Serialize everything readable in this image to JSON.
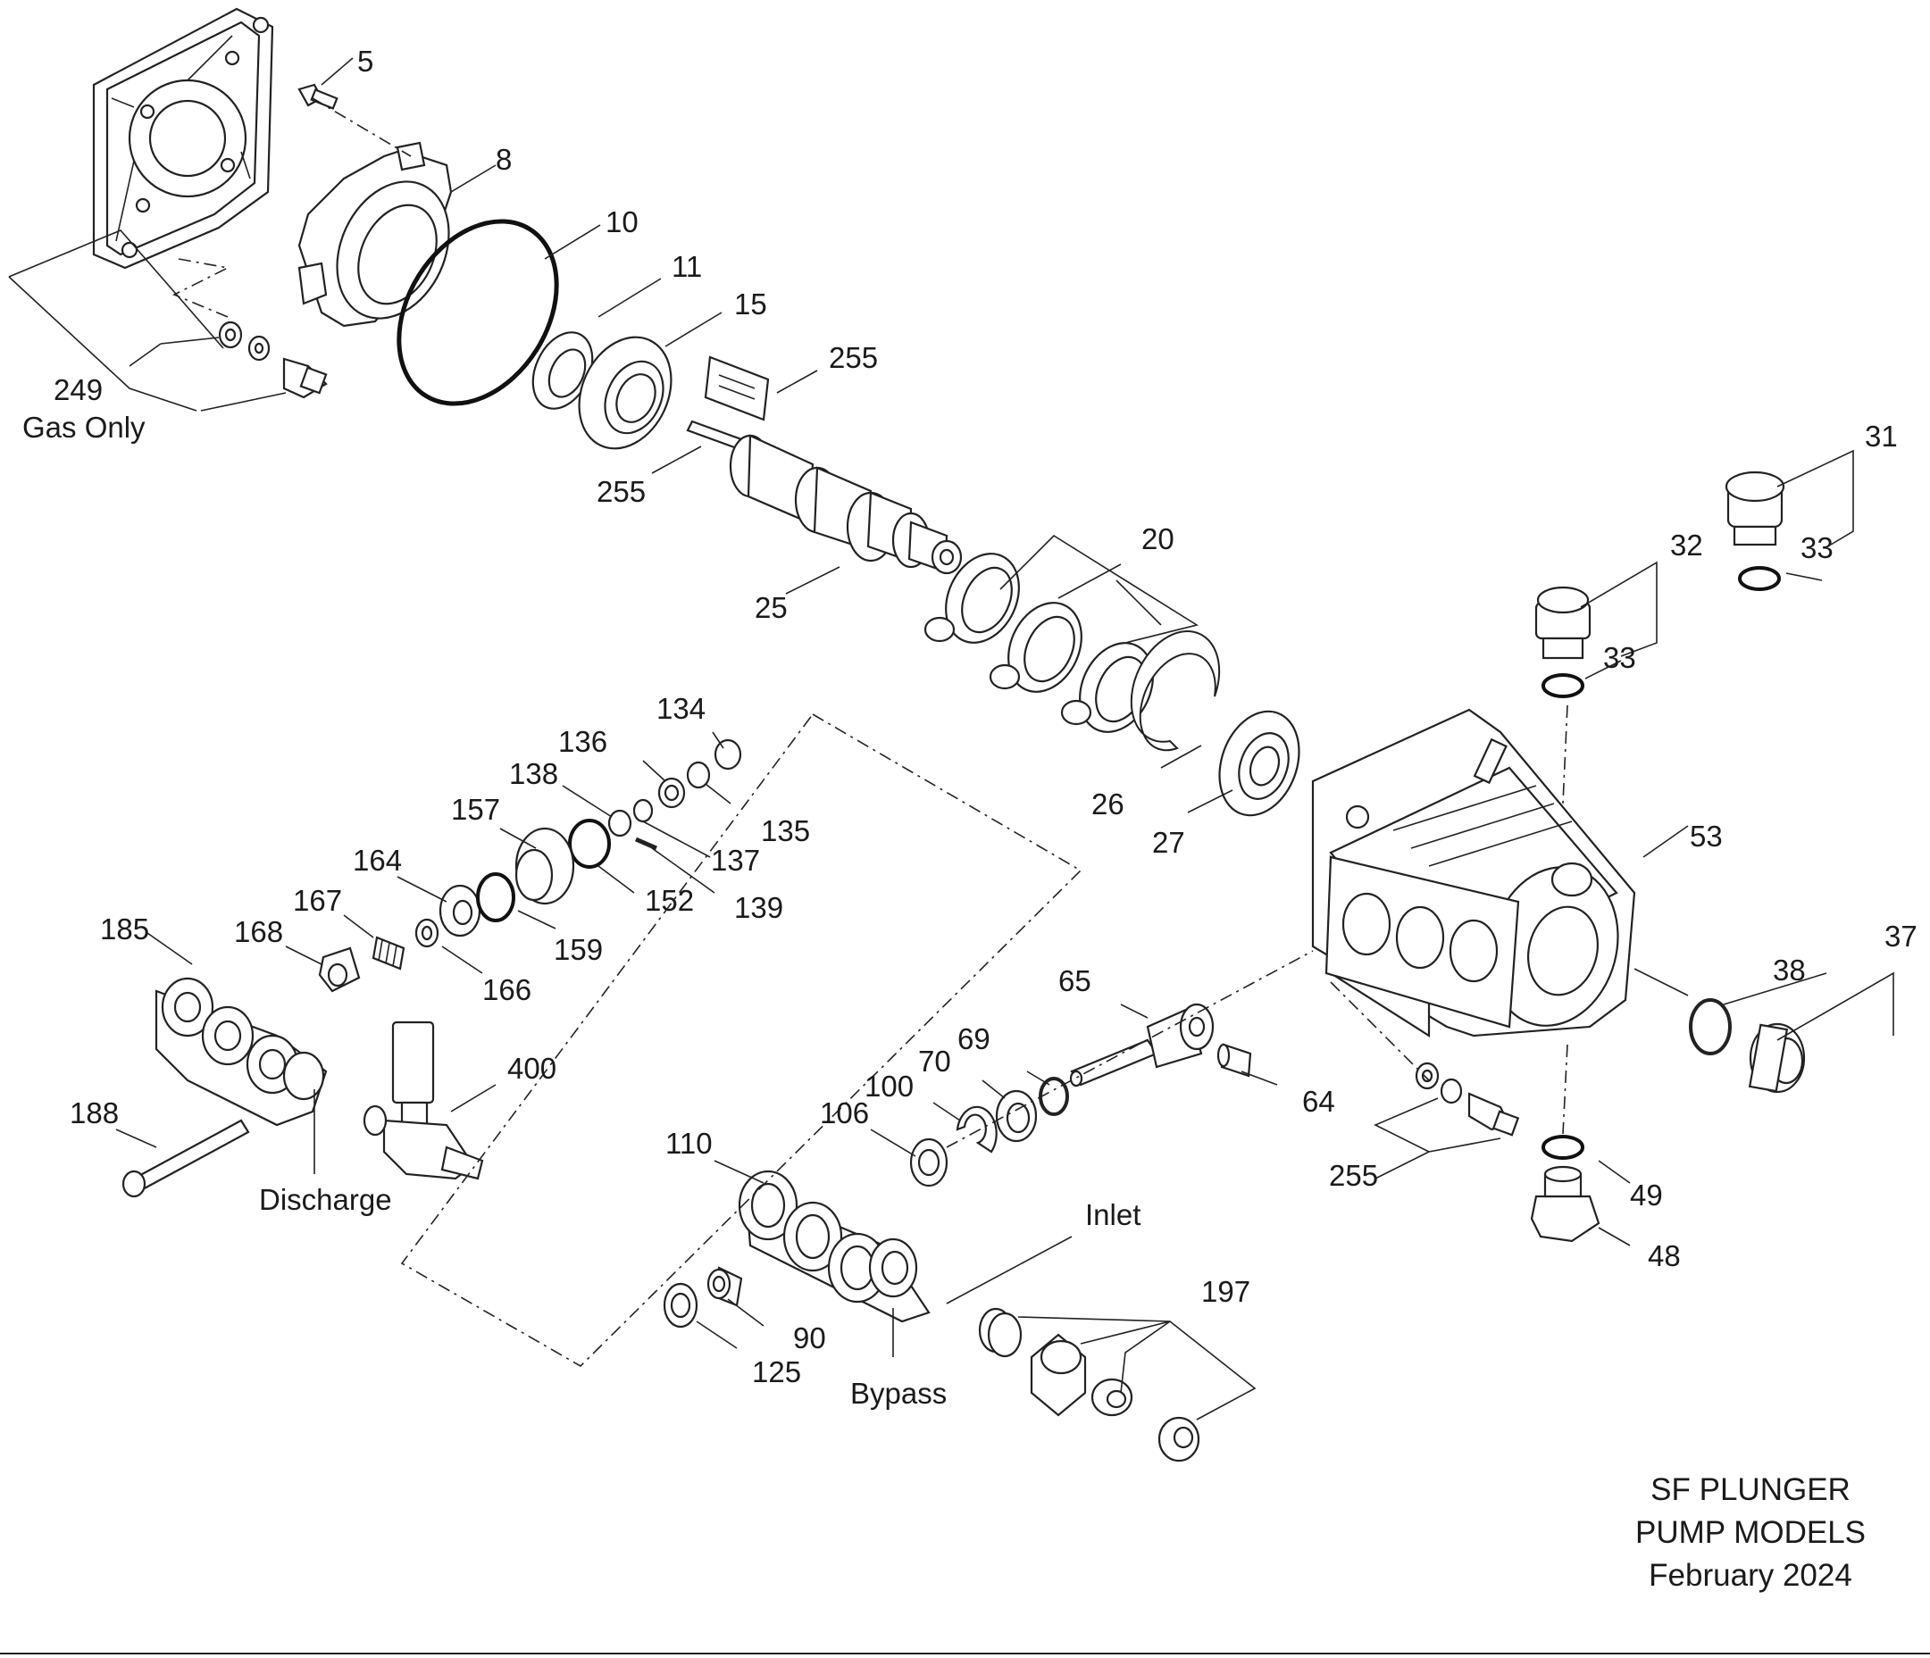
{
  "document": {
    "title_lines": [
      "SF PLUNGER",
      "PUMP MODELS",
      "February 2024"
    ]
  },
  "labels": {
    "gas_only": "Gas Only",
    "discharge": "Discharge",
    "inlet": "Inlet",
    "bypass": "Bypass"
  },
  "part_numbers": {
    "p5": "5",
    "p8": "8",
    "p10": "10",
    "p11": "11",
    "p15": "15",
    "p255a": "255",
    "p255b": "255",
    "p255c": "255",
    "p249": "249",
    "p25": "25",
    "p20": "20",
    "p31": "31",
    "p32": "32",
    "p33a": "33",
    "p33b": "33",
    "p134": "134",
    "p136": "136",
    "p135": "135",
    "p138": "138",
    "p137": "137",
    "p157": "157",
    "p152": "152",
    "p139": "139",
    "p164": "164",
    "p159": "159",
    "p167": "167",
    "p166": "166",
    "p168": "168",
    "p185": "185",
    "p26": "26",
    "p27": "27",
    "p53": "53",
    "p37": "37",
    "p38": "38",
    "p65": "65",
    "p64": "64",
    "p69": "69",
    "p70": "70",
    "p100": "100",
    "p106": "106",
    "p110": "110",
    "p400": "400",
    "p188": "188",
    "p49": "49",
    "p48": "48",
    "p197": "197",
    "p90": "90",
    "p125": "125"
  }
}
